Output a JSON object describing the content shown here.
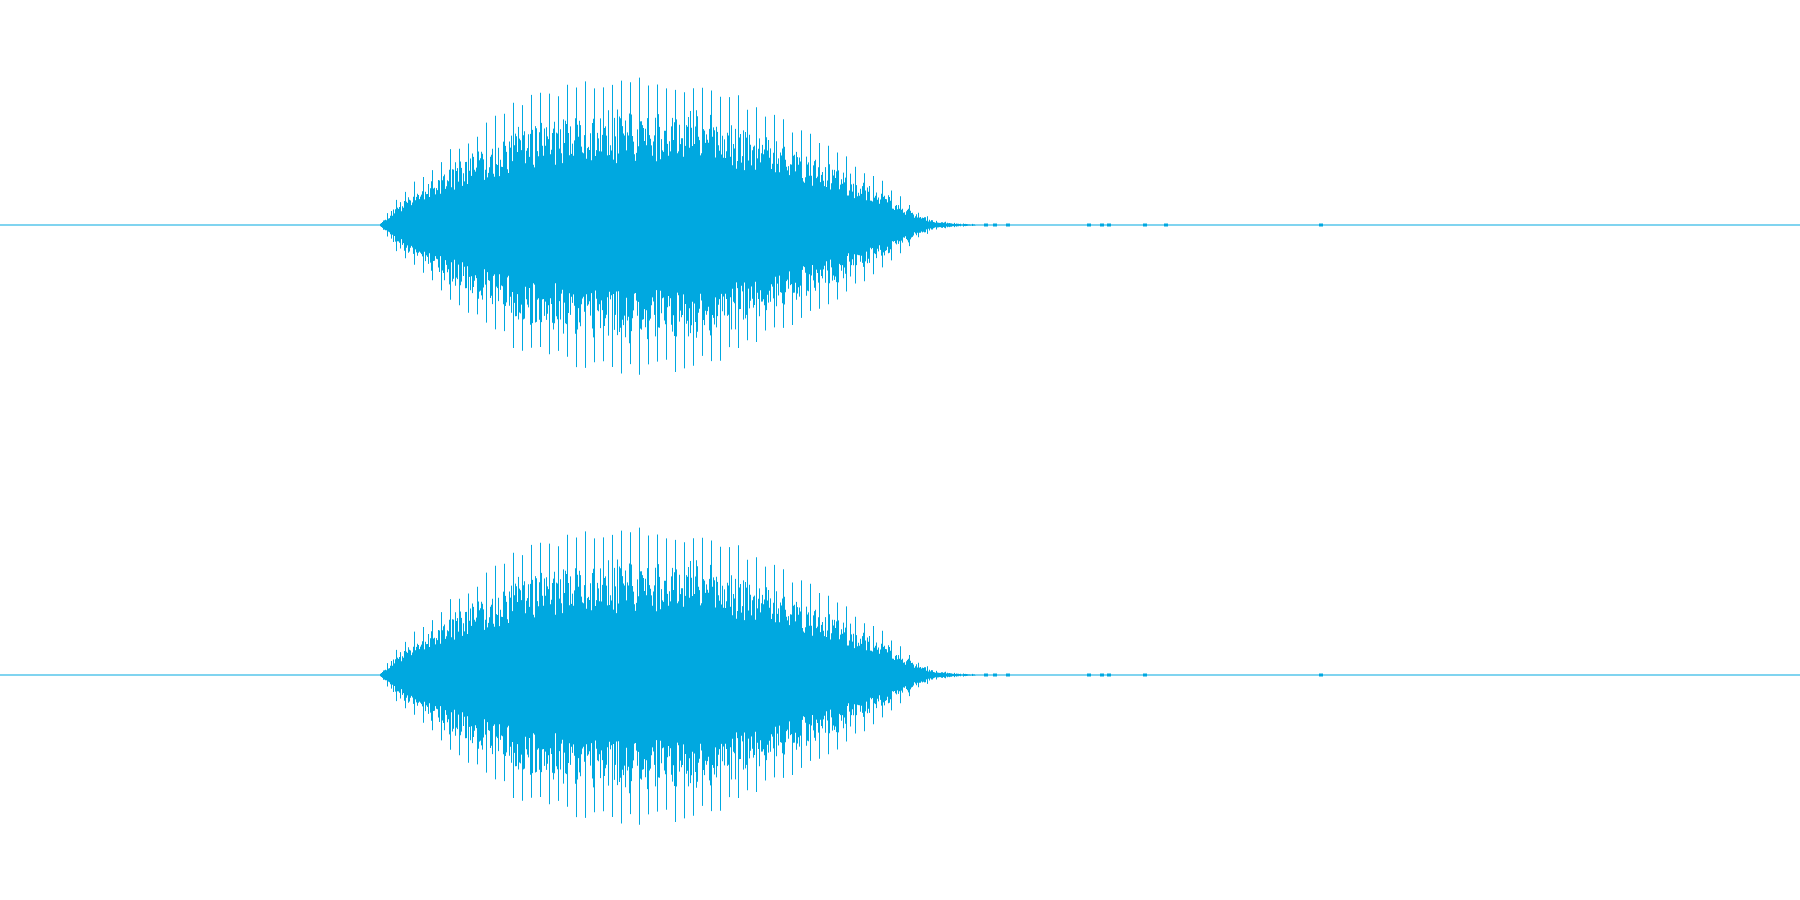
{
  "colors": {
    "background": "#ffffff",
    "waveform": "#00a8e0"
  },
  "chart_data": {
    "type": "line",
    "title": "",
    "xlabel": "",
    "ylabel": "",
    "grid": false,
    "legend": "none",
    "channels": [
      {
        "name": "",
        "envelope": {
          "x": [
            0.0,
            0.2105,
            0.22,
            0.25,
            0.29,
            0.33,
            0.36,
            0.4,
            0.43,
            0.46,
            0.49,
            0.51,
            0.52,
            0.53,
            0.55,
            1.0
          ],
          "peak": [
            0.0,
            0.0,
            0.12,
            0.34,
            0.58,
            0.66,
            0.68,
            0.62,
            0.5,
            0.36,
            0.2,
            0.06,
            0.02,
            0.01,
            0.0,
            0.0
          ]
        },
        "residual_blips_x": [
          0.548,
          0.553,
          0.56,
          0.605,
          0.612,
          0.616,
          0.636,
          0.648,
          0.734
        ],
        "ylim": [
          -1,
          1
        ]
      },
      {
        "name": "",
        "envelope": {
          "x": [
            0.0,
            0.2105,
            0.22,
            0.25,
            0.29,
            0.33,
            0.36,
            0.4,
            0.43,
            0.46,
            0.49,
            0.51,
            0.52,
            0.53,
            0.55,
            1.0
          ],
          "peak": [
            0.0,
            0.0,
            0.12,
            0.34,
            0.58,
            0.66,
            0.68,
            0.62,
            0.5,
            0.36,
            0.2,
            0.06,
            0.02,
            0.01,
            0.0,
            0.0
          ]
        },
        "residual_blips_x": [
          0.548,
          0.553,
          0.56,
          0.605,
          0.612,
          0.616,
          0.636,
          0.734
        ],
        "ylim": [
          -1,
          1
        ]
      }
    ]
  }
}
